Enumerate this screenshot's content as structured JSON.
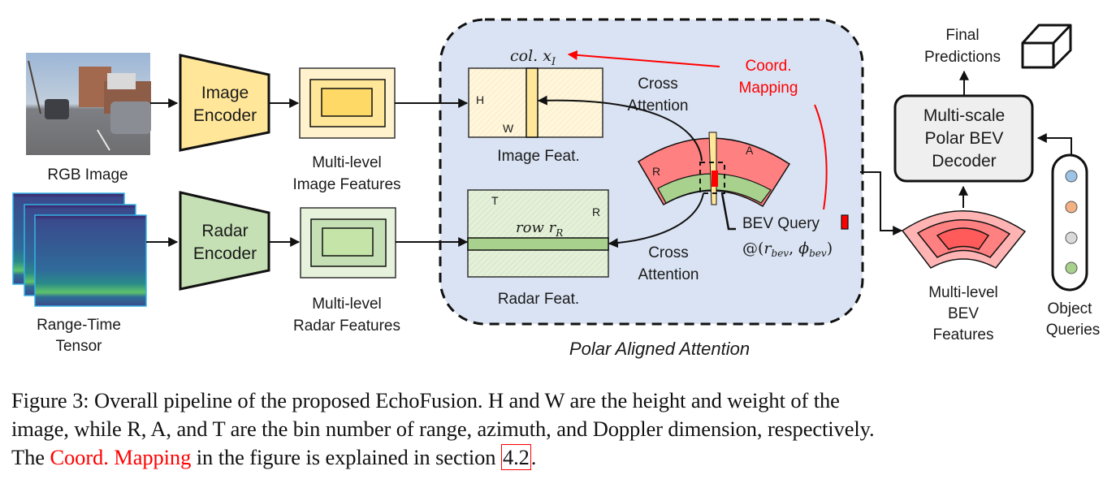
{
  "figure": {
    "inputs": {
      "rgb_image_label": "RGB Image",
      "range_time_label_line1": "Range-Time",
      "range_time_label_line2": "Tensor"
    },
    "encoders": {
      "image_line1": "Image",
      "image_line2": "Encoder",
      "radar_line1": "Radar",
      "radar_line2": "Encoder"
    },
    "features": {
      "image_line1": "Multi-level",
      "image_line2": "Image Features",
      "radar_line1": "Multi-level",
      "radar_line2": "Radar Features"
    },
    "polar_attention": {
      "title": "Polar Aligned Attention",
      "col_label": "col. x",
      "col_sub": "I",
      "image_feat_label": "Image Feat.",
      "image_h": "H",
      "image_w": "W",
      "radar_feat_label": "Radar Feat.",
      "radar_t": "T",
      "radar_r": "R",
      "row_label": "row r",
      "row_sub": "R",
      "cross_attention_top_line1": "Cross",
      "cross_attention_top_line2": "Attention",
      "cross_attention_bottom_line1": "Cross",
      "cross_attention_bottom_line2": "Attention",
      "coord_mapping_line1": "Coord.",
      "coord_mapping_line2": "Mapping",
      "sector_r": "R",
      "sector_a": "A",
      "bev_query_label": "BEV Query",
      "bev_query_coord_prefix": "@(",
      "bev_query_r": "r",
      "bev_query_r_sub": "bev",
      "bev_query_phi": "ϕ",
      "bev_query_phi_sub": "bev",
      "bev_query_coord_suffix": ")"
    },
    "decoder": {
      "line1": "Multi-scale",
      "line2": "Polar BEV",
      "line3": "Decoder"
    },
    "outputs": {
      "final_line1": "Final",
      "final_line2": "Predictions"
    },
    "bev_features": {
      "line1": "Multi-level",
      "line2": "BEV",
      "line3": "Features"
    },
    "object_queries": {
      "line1": "Object",
      "line2": "Queries",
      "colors": [
        "#9dc3e6",
        "#f4b183",
        "#d9d9d9",
        "#a9d18e"
      ]
    },
    "colors": {
      "image_branch": "#ffe699",
      "radar_branch": "#c5e0b4",
      "attention_bg": "#dae3f3",
      "sector_red": "#ff8080",
      "mapping_red": "#ff0000",
      "decoder_bg": "#efefef"
    }
  },
  "caption": {
    "line1": "Figure 3: Overall pipeline of the proposed EchoFusion. H and W are the height and weight of the",
    "line2": "image, while R, A, and T are the bin number of range, azimuth, and Doppler dimension, respectively.",
    "line3_prefix": "The ",
    "line3_highlight": "Coord. Mapping",
    "line3_middle": " in the figure is explained in section ",
    "line3_ref": "4.2",
    "line3_suffix": "."
  }
}
